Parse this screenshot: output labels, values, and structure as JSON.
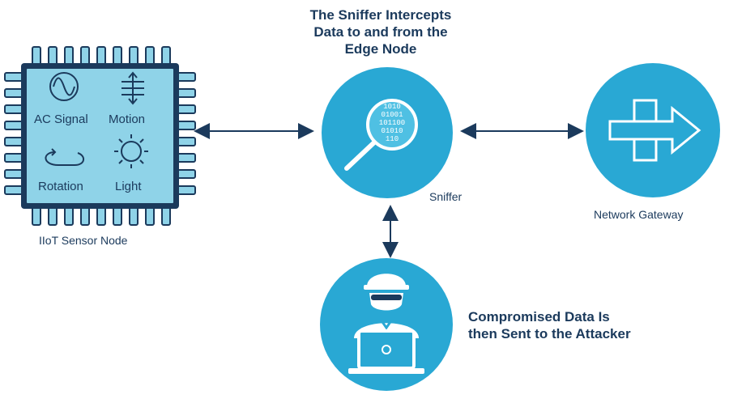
{
  "diagram": {
    "title_line1": "The Sniffer Intercepts",
    "title_line2": "Data to and from the",
    "title_line3": "Edge Node",
    "sensor_node": {
      "caption": "IIoT Sensor Node",
      "ac_signal": "AC Signal",
      "motion": "Motion",
      "rotation": "Rotation",
      "light": "Light"
    },
    "sniffer_caption": "Sniffer",
    "gateway_caption": "Network Gateway",
    "attacker_line1": "Compromised Data Is",
    "attacker_line2": "then Sent to the Attacker",
    "binary_rows": [
      "1010",
      "01001",
      "101100",
      "01010",
      "110"
    ]
  },
  "colors": {
    "circle": "#29a8d4",
    "chip_fill": "#8fd3e8",
    "chip_stroke": "#1b3a5c",
    "arrow": "#1b3a5c",
    "text": "#1b3a5c"
  }
}
